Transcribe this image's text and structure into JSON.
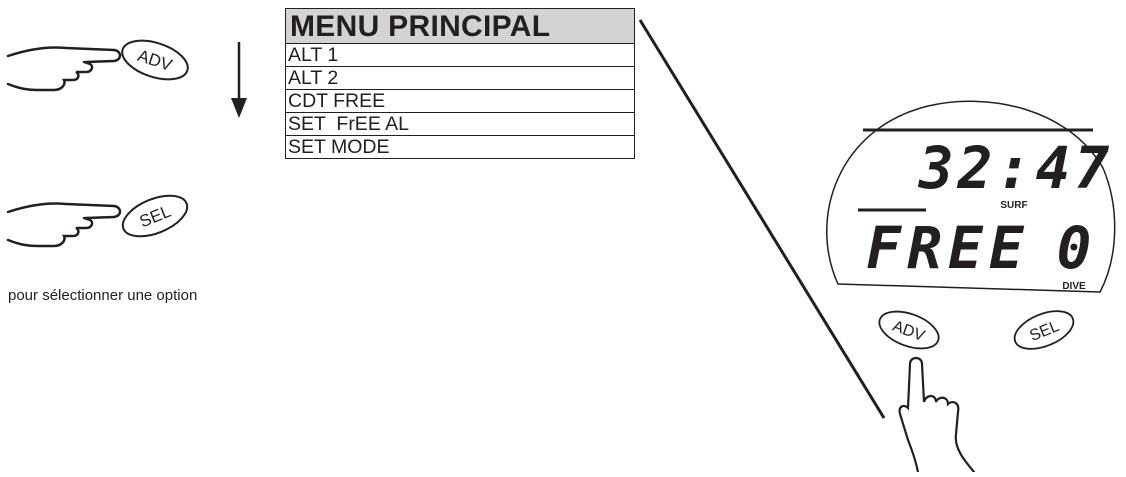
{
  "buttons": {
    "adv_label": "ADV",
    "sel_label": "SEL"
  },
  "menu": {
    "title": "MENU PRINCIPAL",
    "items": [
      "ALT 1",
      "ALT 2",
      "CDT FREE",
      "SET  FrEE AL",
      "SET MODE"
    ]
  },
  "caption": "pour sélectionner une option",
  "display": {
    "time": "32:47",
    "surf_label": "SURF",
    "mode": "FREE",
    "dive_count": "0",
    "dive_label": "DIVE"
  },
  "colors": {
    "ink": "#231f20",
    "menu_header_bg": "#d1d3d4"
  },
  "icons": [
    "pointing-hand-icon",
    "down-arrow-icon",
    "pointing-up-hand-icon"
  ]
}
